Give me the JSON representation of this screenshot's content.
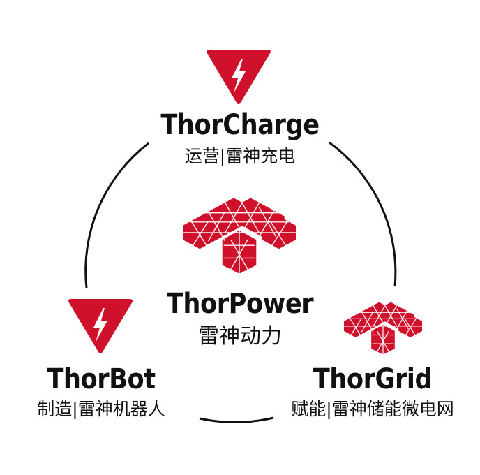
{
  "colors": {
    "brand_red": "#d0112b",
    "ring": "#111111",
    "text": "#111111"
  },
  "center": {
    "title": "ThorPower",
    "subtitle": "雷神动力",
    "icon": "hexagon-cube-logo-icon"
  },
  "top": {
    "title": "ThorCharge",
    "subtitle": "运营|雷神充电",
    "icon": "lightning-triangle-icon"
  },
  "left": {
    "title": "ThorBot",
    "subtitle": "制造|雷神机器人",
    "icon": "lightning-triangle-icon"
  },
  "right": {
    "title": "ThorGrid",
    "subtitle": "赋能|雷神储能微电网",
    "icon": "hexagon-cube-logo-icon"
  }
}
